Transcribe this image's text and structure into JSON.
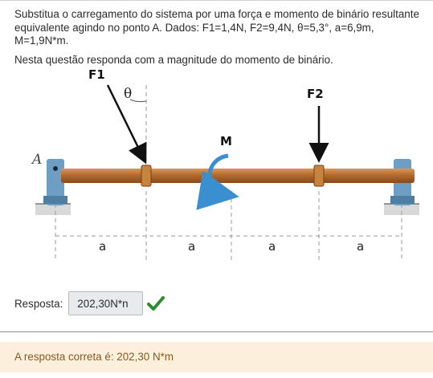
{
  "question": {
    "text": "Substitua o carregamento do sistema por uma força e momento de binário resultante equivalente agindo no ponto A. Dados: F1=1,4N, F2=9,4N, θ=5,3°, a=6,9m, M=1,9N*m.",
    "instruction": "Nesta questão responda com a magnitude do momento de binário."
  },
  "figure": {
    "labels": {
      "f1": "F1",
      "f2": "F2",
      "theta": "θ",
      "moment": "M",
      "point_a": "A",
      "segments": [
        "a",
        "a",
        "a",
        "a"
      ]
    },
    "colors": {
      "beam": "#b46a2c",
      "beam_highlight": "#d99a5c",
      "support": "#6f9ec5",
      "moment_arrow": "#3a8fd0",
      "force_arrow": "#111111"
    }
  },
  "answer": {
    "label": "Resposta:",
    "value": "202,30N*n",
    "status_icon": "check-icon",
    "status_color": "#2e8b2e"
  },
  "feedback": {
    "text": "A resposta correta é: 202,30 N*m"
  }
}
